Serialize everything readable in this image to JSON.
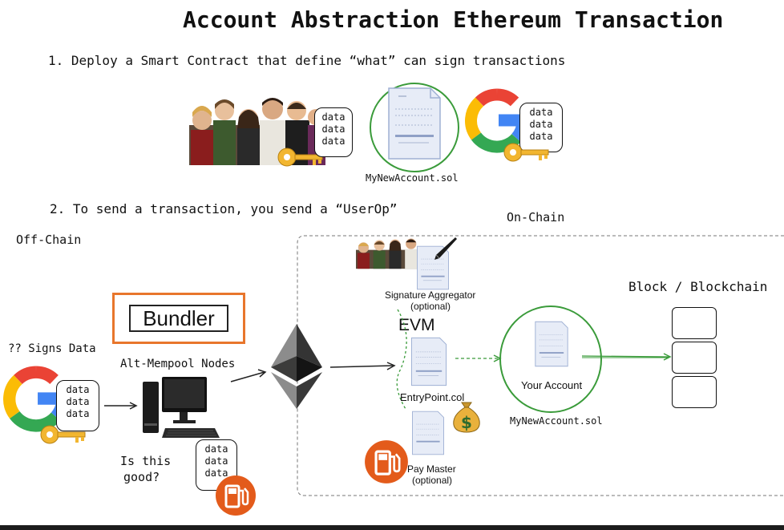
{
  "title": "Account Abstraction Ethereum Transaction",
  "step1": "1. Deploy a Smart Contract that define “what” can sign transactions",
  "step2": "2. To send a transaction, you send a “UserOp”",
  "contract_filename": "MyNewAccount.sol",
  "data_word": "data",
  "offchain_label": "Off-Chain",
  "onchain_label": "On-Chain",
  "signs_data_label": "?? Signs Data",
  "bundler_label": "Bundler",
  "altmempool_label": "Alt-Mempool Nodes",
  "is_this_good_line1": "Is this",
  "is_this_good_line2": "good?",
  "sig_agg_line1": "Signature Aggregator",
  "sig_agg_line2": "(optional)",
  "evm_label": "EVM",
  "entrypoint_label": "EntryPoint.col",
  "paymaster_line1": "Pay Master",
  "paymaster_line2": "(optional)",
  "your_account_label": "Your Account",
  "oncahin_contract_filename": "MyNewAccount.sol",
  "block_label": "Block / Blockchain",
  "dollar_symbol": "$",
  "icons": [
    "people-photo-icon",
    "key-icon",
    "document-icon",
    "google-logo-icon",
    "computer-icon",
    "ethereum-logo-icon",
    "pen-icon",
    "money-bag-icon",
    "fuel-pump-icon",
    "block-icon"
  ],
  "colors": {
    "bundler_border": "#e8762c",
    "green": "#3a9b3a",
    "google_blue": "#4285f4",
    "google_red": "#ea4335",
    "google_yellow": "#fbbc05",
    "google_green": "#34a853",
    "key": "#f2b630",
    "pump": "#e35b1b"
  }
}
